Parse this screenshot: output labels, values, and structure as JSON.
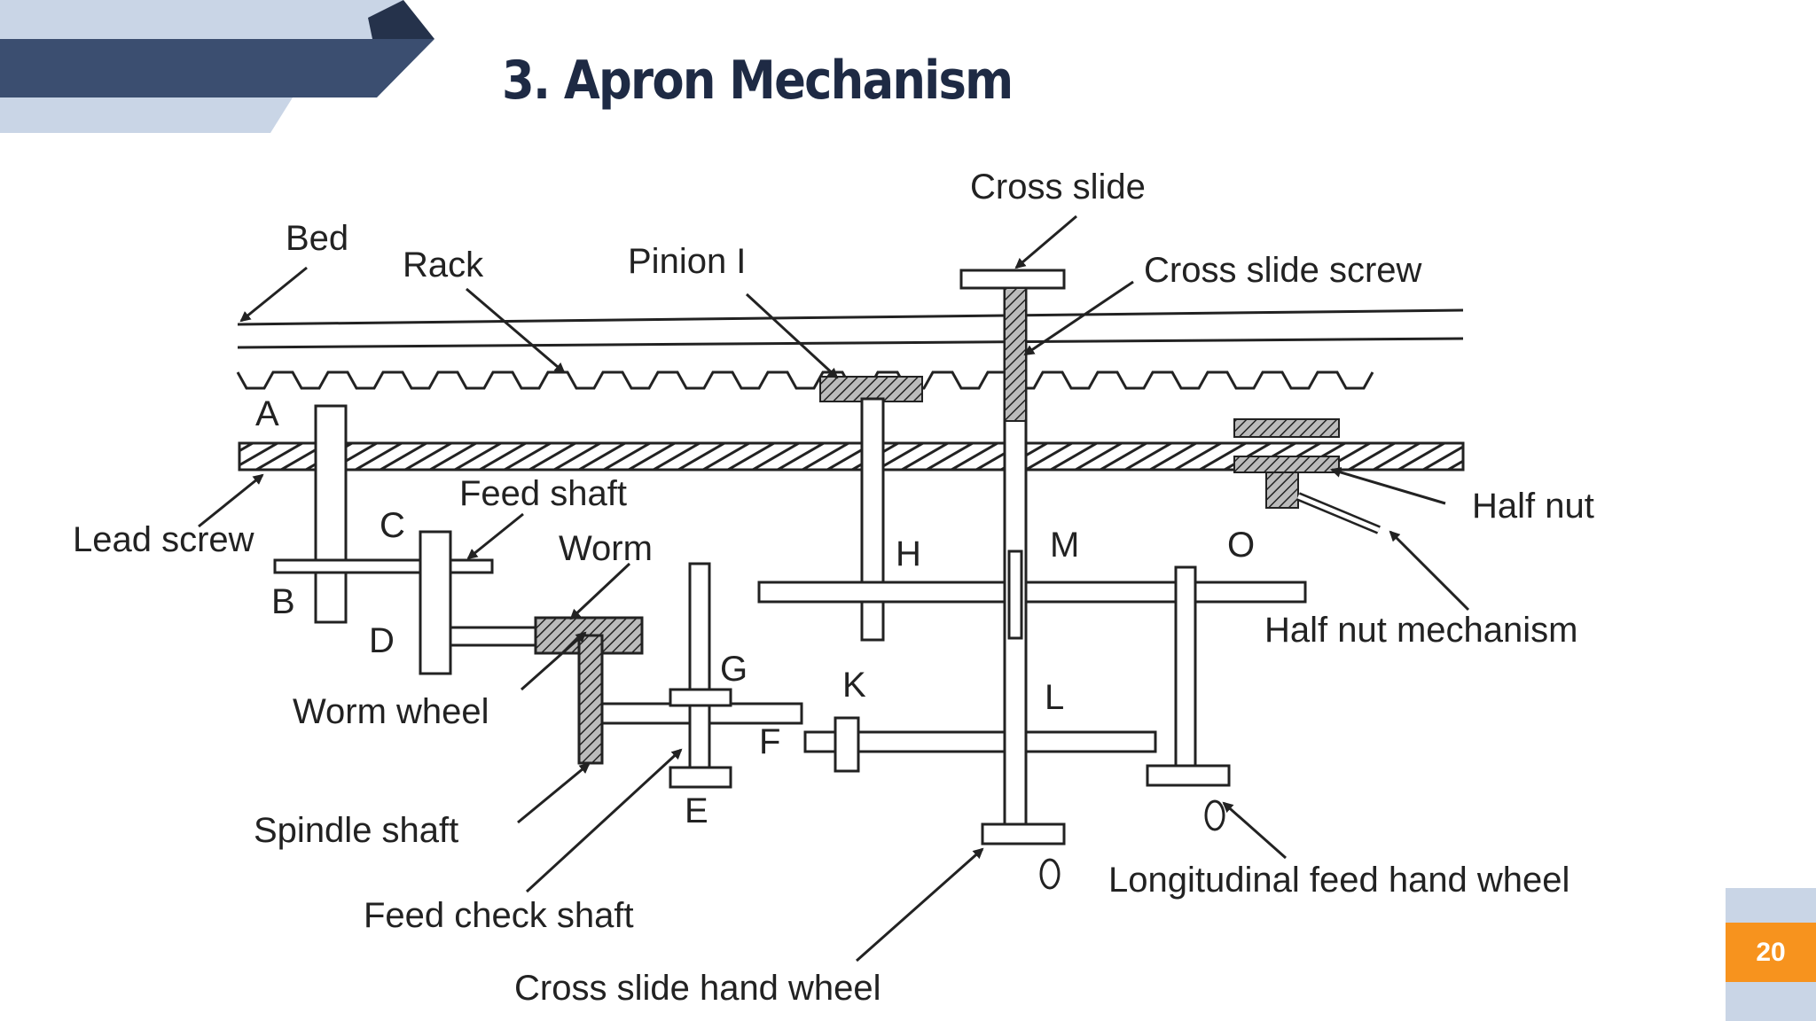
{
  "slide": {
    "title": "3. Apron Mechanism",
    "page_number": "20"
  },
  "colors": {
    "banner_dark": "#3b4e70",
    "banner_light": "#c9d5e6",
    "accent": "#f7931e",
    "title": "#1e2a44"
  },
  "diagram": {
    "labels": {
      "bed": "Bed",
      "rack": "Rack",
      "pinion": "Pinion I",
      "cross_slide": "Cross slide",
      "cross_slide_screw": "Cross slide screw",
      "half_nut": "Half nut",
      "half_nut_mechanism": "Half nut mechanism",
      "lead_screw": "Lead screw",
      "feed_shaft": "Feed shaft",
      "worm": "Worm",
      "worm_wheel": "Worm wheel",
      "spindle_shaft": "Spindle shaft",
      "feed_check_shaft": "Feed check shaft",
      "cross_slide_hand_wheel": "Cross slide hand wheel",
      "longitudinal_feed_hand_wheel": "Longitudinal feed hand wheel",
      "a": "A",
      "b": "B",
      "c": "C",
      "d": "D",
      "e": "E",
      "f": "F",
      "g": "G",
      "h": "H",
      "k": "K",
      "l": "L",
      "m": "M",
      "o": "O"
    }
  }
}
